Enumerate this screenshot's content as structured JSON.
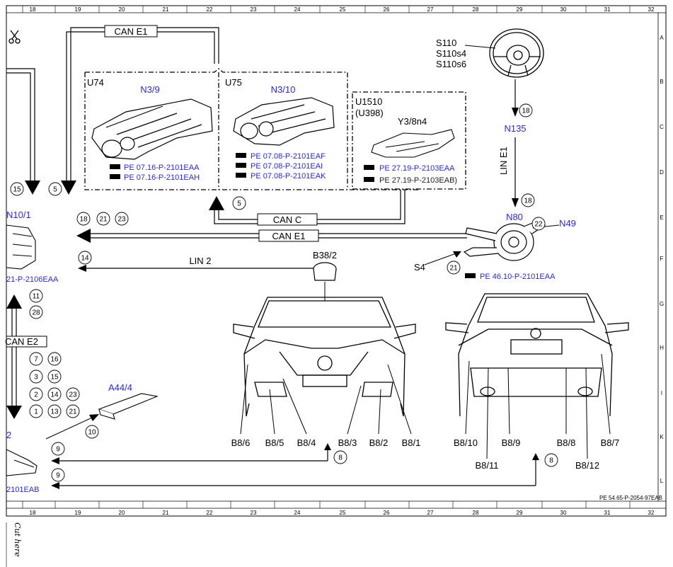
{
  "grid": {
    "columns": [
      "18",
      "19",
      "20",
      "21",
      "22",
      "23",
      "24",
      "25",
      "26",
      "27",
      "28",
      "29",
      "30",
      "31",
      "32"
    ],
    "rows": [
      "A",
      "B",
      "C",
      "D",
      "E",
      "F",
      "G",
      "H",
      "I",
      "K",
      "L"
    ]
  },
  "signals": {
    "can_e1_top": "CAN E1",
    "can_c": "CAN C",
    "can_e1_mid": "CAN E1",
    "lin2": "LIN 2",
    "lin_e1": "LIN E1",
    "can_e2": "CAN E2"
  },
  "modules": {
    "u74": {
      "label": "U74",
      "name": "N3/9",
      "refs": [
        "PE 07.16-P-2101EAA",
        "PE 07.16-P-2101EAH"
      ]
    },
    "u75": {
      "label": "U75",
      "name": "N3/10",
      "refs": [
        "PE 07.08-P-2101EAF",
        "PE 07.08-P-2101EAI",
        "PE 07.08-P-2101EAK"
      ]
    },
    "u1510": {
      "label": "U1510",
      "sub": "(U398)",
      "name": "Y3/8n4",
      "refs": [
        "PE 27.19-P-2103EAA",
        "PE 27.19-P-2103EAB)"
      ]
    },
    "n10": {
      "name": "N10/1",
      "ref": "21-P-2106EAA"
    },
    "a44": {
      "name": "A44/4"
    },
    "left_bottom": {
      "name": "2",
      "ref": "2101EAB"
    }
  },
  "steering": {
    "switches": [
      "S110",
      "S110s4",
      "S110s6"
    ],
    "n135": "N135",
    "n80": "N80",
    "n49": "N49",
    "s4": "S4",
    "ref": "PE 46.10-P-2101EAA"
  },
  "sensors": {
    "b38": "B38/2",
    "front": [
      "B8/6",
      "B8/5",
      "B8/4",
      "B8/3",
      "B8/2",
      "B8/1"
    ],
    "rear_top": [
      "B8/10",
      "B8/9",
      "B8/8",
      "B8/7"
    ],
    "rear_bottom": [
      "B8/11",
      "B8/12"
    ]
  },
  "circled": {
    "c15": "15",
    "c5a": "5",
    "c5b": "5",
    "c18a": "18",
    "c21a": "21",
    "c23a": "23",
    "c14a": "14",
    "c18b": "18",
    "c18c": "18",
    "c22": "22",
    "c21b": "21",
    "c11": "11",
    "c28": "28",
    "c7": "7",
    "c16": "16",
    "c3": "3",
    "c15b": "15",
    "c2": "2",
    "c14b": "14",
    "c23b": "23",
    "c1": "1",
    "c13": "13",
    "c21c": "21",
    "c10": "10",
    "c9a": "9",
    "c9b": "9",
    "c8a": "8",
    "c8b": "8"
  },
  "footer": {
    "doc_id": "PE 54.65-P-2054-97EAB",
    "cut_here": "Cut here"
  }
}
